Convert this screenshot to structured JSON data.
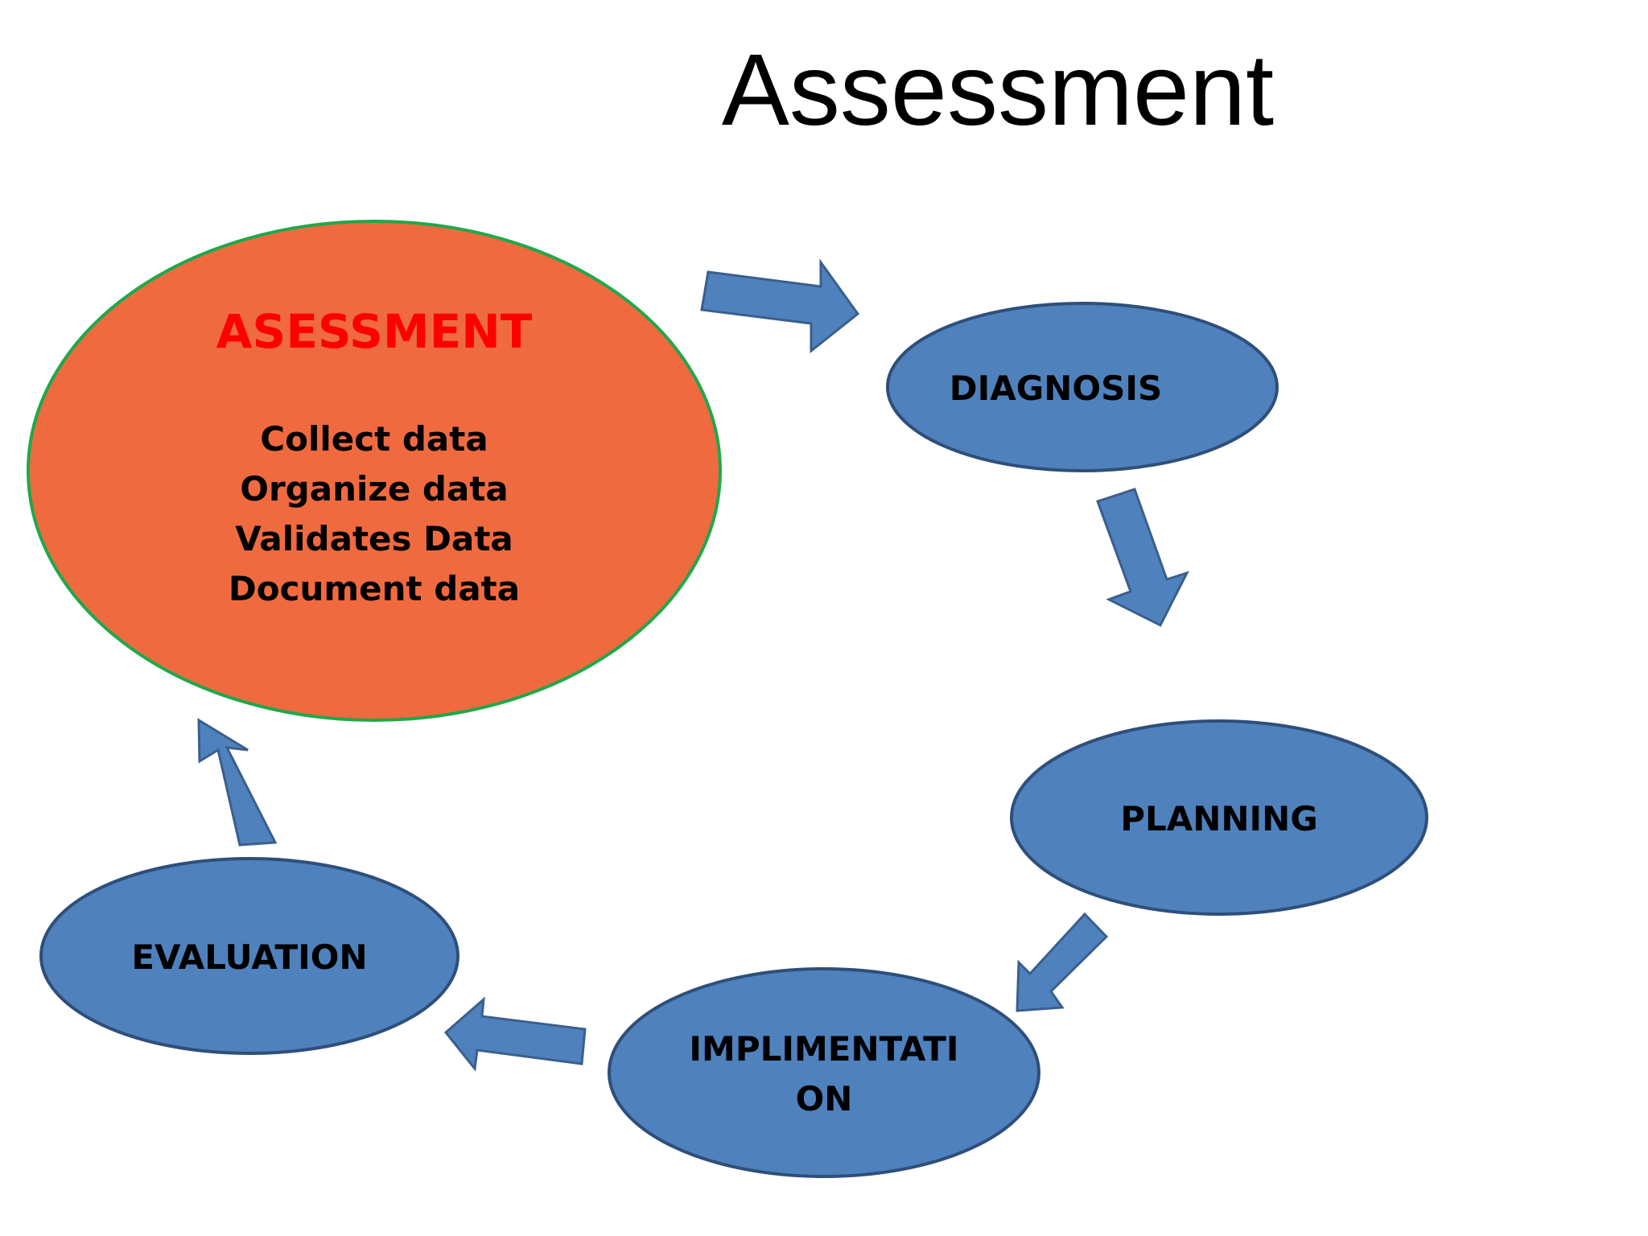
{
  "title": "Assessment",
  "colors": {
    "main_fill": "#F06A40",
    "main_stroke": "#1FA84A",
    "main_heading": "#FF0000",
    "node_fill": "#4F81BD",
    "node_stroke": "#2E4F7A",
    "arrow_fill": "#4F81BD",
    "arrow_stroke": "#3A5F8C"
  },
  "main_node": {
    "heading": "ASESSMENT",
    "items": [
      "Collect data",
      "Organize data",
      "Validates Data",
      "Document data"
    ]
  },
  "nodes": {
    "diagnosis": {
      "line1": "DIAGNOSIS"
    },
    "planning": {
      "line1": "PLANNING"
    },
    "implementation": {
      "line1": "IMPLIMENTATI",
      "line2": "ON"
    },
    "evaluation": {
      "line1": "EVALUATION"
    }
  }
}
